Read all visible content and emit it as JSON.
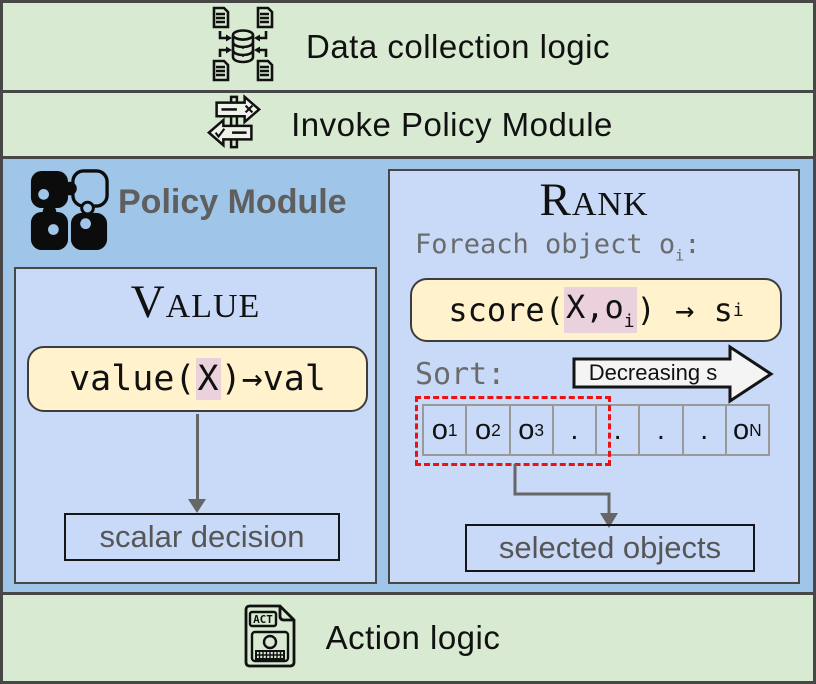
{
  "colors": {
    "band_green": "#d9ead3",
    "module_blue": "#9fc5e8",
    "panel_blue": "#c9daf8",
    "code_yellow": "#fff2cc",
    "highlight_pink": "#ead1dc",
    "dashed_red": "#ee1111",
    "arrow_gray": "#666666",
    "border_gray": "#474747",
    "title_gray": "#5f5f5f"
  },
  "bands": {
    "data_collection": {
      "label": "Data collection logic"
    },
    "invoke": {
      "label": "Invoke Policy Module"
    },
    "action": {
      "label": "Action logic"
    }
  },
  "action_icon": {
    "label": "ACT"
  },
  "policy": {
    "title": "Policy Module",
    "value": {
      "title_initial": "V",
      "title_rest": "ALUE",
      "code": {
        "pre": "value(",
        "hl": "X",
        "post": ")→val"
      },
      "result_label": "scalar decision"
    },
    "rank": {
      "title_initial": "R",
      "title_rest": "ANK",
      "foreach": {
        "pre": "Foreach object o",
        "sub": "i",
        "post": ":"
      },
      "code": {
        "pre": "score(",
        "hl_main": "X,o",
        "hl_sub": "i",
        "post": ")",
        "mid": " → ",
        "result": "s",
        "result_sub": "i"
      },
      "sort_label": "Sort:",
      "decreasing_label": "Decreasing s",
      "cells": [
        {
          "base": "o",
          "sub": "1"
        },
        {
          "base": "o",
          "sub": "2"
        },
        {
          "base": "o",
          "sub": "3"
        },
        {
          "base": ".",
          "sub": ""
        },
        {
          "base": ".",
          "sub": ""
        },
        {
          "base": ".",
          "sub": ""
        },
        {
          "base": ".",
          "sub": ""
        },
        {
          "base": "o",
          "sub": "N"
        }
      ],
      "result_label": "selected objects"
    }
  }
}
